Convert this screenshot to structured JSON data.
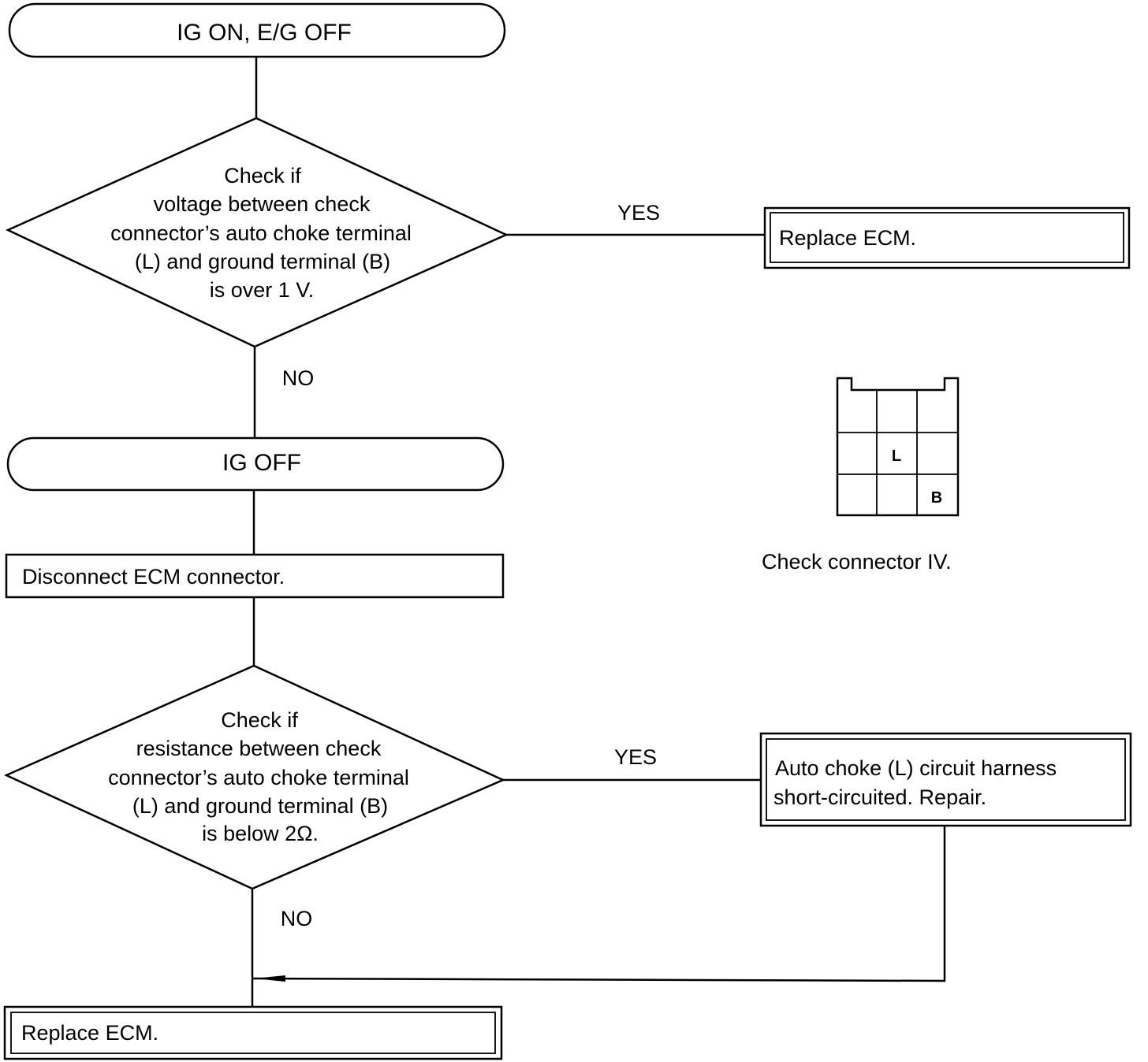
{
  "start": {
    "label": "IG ON, E/G OFF"
  },
  "decision1": {
    "lines": [
      "Check if",
      "voltage between check",
      "connector’s auto choke terminal",
      "(L) and ground terminal (B)",
      "is over 1 V."
    ],
    "yes_label": "YES",
    "no_label": "NO"
  },
  "result1": {
    "label": "Replace ECM."
  },
  "step_ig_off": {
    "label": "IG OFF"
  },
  "step_disconnect": {
    "label": "Disconnect ECM connector."
  },
  "decision2": {
    "lines": [
      "Check if",
      "resistance between check",
      "connector’s auto choke terminal",
      "(L) and ground terminal (B)",
      "is below 2Ω."
    ],
    "yes_label": "YES",
    "no_label": "NO"
  },
  "result2": {
    "lines": [
      "Auto choke (L) circuit harness",
      "short-circuited.  Repair."
    ]
  },
  "final": {
    "label": "Replace ECM."
  },
  "connector": {
    "caption": "Check connector IV.",
    "terminal_l": "L",
    "terminal_b": "B"
  }
}
